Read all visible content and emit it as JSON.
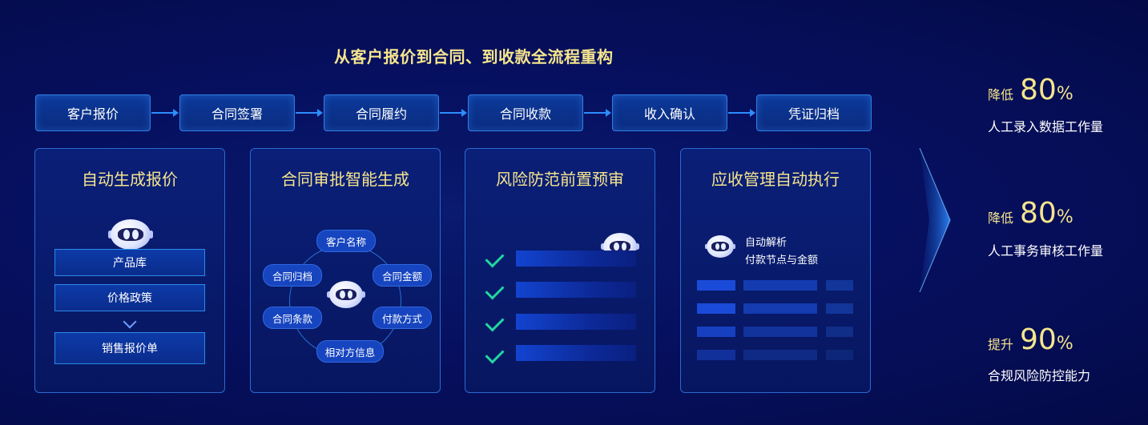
{
  "title": "从客户报价到合同、到收款全流程重构",
  "steps": [
    "客户报价",
    "合同签署",
    "合同履约",
    "合同收款",
    "收入确认",
    "凭证归档"
  ],
  "cards": {
    "quote": {
      "title": "自动生成报价",
      "items": [
        "产品库",
        "价格政策",
        "销售报价单"
      ]
    },
    "contract": {
      "title": "合同审批智能生成",
      "pills": [
        "客户名称",
        "合同金额",
        "付款方式",
        "相对方信息",
        "合同条款",
        "合同归档"
      ]
    },
    "risk": {
      "title": "风险防范前置预审"
    },
    "receivable": {
      "title": "应收管理自动执行",
      "text_line1": "自动解析",
      "text_line2": "付款节点与金额"
    }
  },
  "stats": [
    {
      "label": "降低",
      "value": "80",
      "unit": "%",
      "desc": "人工录入数据工作量"
    },
    {
      "label": "降低",
      "value": "80",
      "unit": "%",
      "desc": "人工事务审核工作量"
    },
    {
      "label": "提升",
      "value": "90",
      "unit": "%",
      "desc": "合规风险防控能力"
    }
  ],
  "colors": {
    "accent_yellow": "#f6e58d",
    "check_green": "#22d6a0",
    "border_blue": "#2a6ad0"
  }
}
